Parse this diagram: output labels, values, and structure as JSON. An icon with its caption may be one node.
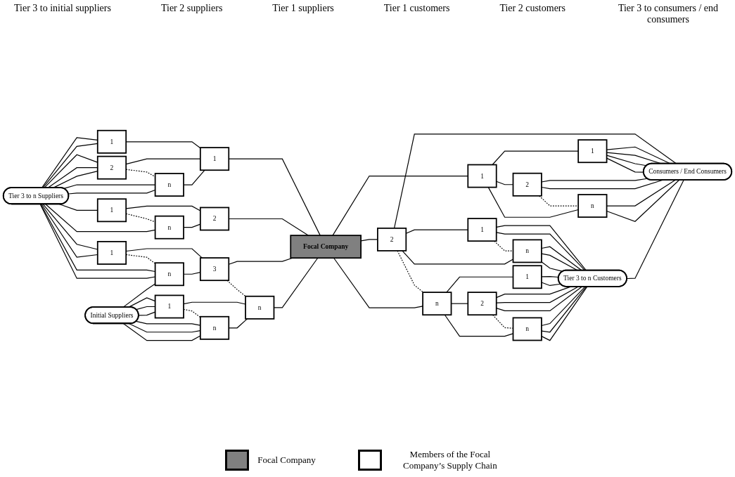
{
  "diagram": {
    "nodes": [
      {
        "text": [
          "Initial Suppliers"
        ]
      },
      {
        "text": [
          "Tier 3 to n Suppliers"
        ]
      },
      {
        "text": [
          "1"
        ]
      },
      {
        "text": [
          "2"
        ]
      },
      {
        "text": [
          "n"
        ]
      },
      {
        "text": [
          "1"
        ]
      },
      {
        "text": [
          "n"
        ]
      },
      {
        "text": [
          "1"
        ]
      },
      {
        "text": [
          "n"
        ]
      },
      {
        "text": [
          "1"
        ]
      },
      {
        "text": [
          "n"
        ]
      },
      {
        "text": [
          "1"
        ]
      },
      {
        "text": [
          "2"
        ]
      },
      {
        "text": [
          "3"
        ]
      },
      {
        "text": [
          "n"
        ]
      },
      {
        "text": [
          "Focal Company"
        ]
      },
      {
        "text": [
          "1"
        ]
      },
      {
        "text": [
          "2"
        ]
      },
      {
        "text": [
          "n"
        ]
      },
      {
        "text": [
          "1"
        ]
      },
      {
        "text": [
          "2"
        ]
      },
      {
        "text": [
          "n"
        ]
      },
      {
        "text": [
          "1"
        ]
      },
      {
        "text": [
          "n"
        ]
      },
      {
        "text": [
          "1"
        ]
      },
      {
        "text": [
          "2"
        ]
      },
      {
        "text": [
          "n"
        ]
      },
      {
        "text": [
          "Tier 3 to n Customers"
        ]
      },
      {
        "text": [
          "Consumers / End Consumers"
        ]
      }
    ],
    "edges": [
      {
        "from": 1,
        "to": 2,
        "arrow": "none"
      },
      {
        "from": 1,
        "to": 2,
        "arrow": "none"
      },
      {
        "from": 1,
        "to": 3,
        "arrow": "none"
      },
      {
        "from": 1,
        "to": 3,
        "arrow": "none"
      },
      {
        "from": 1,
        "to": 3,
        "arrow": "none"
      },
      {
        "from": 3,
        "to": 4,
        "arrow": "none",
        "style": "dashed"
      },
      {
        "from": 1,
        "to": 4,
        "arrow": "none"
      },
      {
        "from": 1,
        "to": 4,
        "arrow": "none"
      },
      {
        "from": 1,
        "to": 5,
        "arrow": "none"
      },
      {
        "from": 5,
        "to": 6,
        "arrow": "none",
        "style": "dashed"
      },
      {
        "from": 1,
        "to": 6,
        "arrow": "none"
      },
      {
        "from": 1,
        "to": 7,
        "arrow": "none"
      },
      {
        "from": 1,
        "to": 7,
        "arrow": "none"
      },
      {
        "from": 7,
        "to": 8,
        "arrow": "none",
        "style": "dashed"
      },
      {
        "from": 1,
        "to": 8,
        "arrow": "none"
      },
      {
        "from": 1,
        "to": 8,
        "arrow": "none"
      },
      {
        "from": 0,
        "to": 8,
        "arrow": "none"
      },
      {
        "from": 0,
        "to": 9,
        "arrow": "none"
      },
      {
        "from": 0,
        "to": 9,
        "arrow": "none"
      },
      {
        "from": 0,
        "to": 9,
        "arrow": "none"
      },
      {
        "from": 9,
        "to": 10,
        "arrow": "none",
        "style": "dashed"
      },
      {
        "from": 0,
        "to": 10,
        "arrow": "none"
      },
      {
        "from": 0,
        "to": 10,
        "arrow": "none"
      },
      {
        "from": 0,
        "to": 10,
        "arrow": "none"
      },
      {
        "from": 2,
        "to": 11,
        "arrow": "none"
      },
      {
        "from": 3,
        "to": 11,
        "arrow": "none"
      },
      {
        "from": 4,
        "to": 11,
        "arrow": "none"
      },
      {
        "from": 5,
        "to": 12,
        "arrow": "none"
      },
      {
        "from": 6,
        "to": 12,
        "arrow": "none"
      },
      {
        "from": 7,
        "to": 13,
        "arrow": "none"
      },
      {
        "from": 8,
        "to": 13,
        "arrow": "none"
      },
      {
        "from": 13,
        "to": 14,
        "arrow": "none",
        "style": "dashed"
      },
      {
        "from": 9,
        "to": 14,
        "arrow": "none"
      },
      {
        "from": 10,
        "to": 14,
        "arrow": "none"
      },
      {
        "from": 11,
        "to": 15,
        "arrow": "none"
      },
      {
        "from": 12,
        "to": 15,
        "arrow": "none"
      },
      {
        "from": 13,
        "to": 15,
        "arrow": "none"
      },
      {
        "from": 14,
        "to": 15,
        "arrow": "none"
      },
      {
        "from": 15,
        "to": 16,
        "arrow": "none"
      },
      {
        "from": 15,
        "to": 17,
        "arrow": "none"
      },
      {
        "from": 17,
        "to": 18,
        "arrow": "none",
        "style": "dashed"
      },
      {
        "from": 15,
        "to": 18,
        "arrow": "none"
      },
      {
        "from": 16,
        "to": 19,
        "arrow": "none"
      },
      {
        "from": 16,
        "to": 20,
        "arrow": "none"
      },
      {
        "from": 20,
        "to": 21,
        "arrow": "none",
        "style": "dashed"
      },
      {
        "from": 16,
        "to": 21,
        "arrow": "none"
      },
      {
        "from": 17,
        "to": 28,
        "arrow": "none"
      },
      {
        "from": 17,
        "to": 22,
        "arrow": "none"
      },
      {
        "from": 22,
        "to": 23,
        "arrow": "none",
        "style": "dashed"
      },
      {
        "from": 17,
        "to": 23,
        "arrow": "none"
      },
      {
        "from": 18,
        "to": 24,
        "arrow": "none"
      },
      {
        "from": 18,
        "to": 25,
        "arrow": "none"
      },
      {
        "from": 25,
        "to": 26,
        "arrow": "none",
        "style": "dashed"
      },
      {
        "from": 18,
        "to": 26,
        "arrow": "none"
      },
      {
        "from": 19,
        "to": 28,
        "arrow": "none"
      },
      {
        "from": 19,
        "to": 28,
        "arrow": "none"
      },
      {
        "from": 19,
        "to": 28,
        "arrow": "none"
      },
      {
        "from": 19,
        "to": 28,
        "arrow": "none"
      },
      {
        "from": 20,
        "to": 28,
        "arrow": "none"
      },
      {
        "from": 20,
        "to": 28,
        "arrow": "none"
      },
      {
        "from": 21,
        "to": 28,
        "arrow": "none"
      },
      {
        "from": 21,
        "to": 28,
        "arrow": "none"
      },
      {
        "from": 22,
        "to": 27,
        "arrow": "none"
      },
      {
        "from": 22,
        "to": 27,
        "arrow": "none"
      },
      {
        "from": 23,
        "to": 27,
        "arrow": "none"
      },
      {
        "from": 23,
        "to": 27,
        "arrow": "none"
      },
      {
        "from": 23,
        "to": 27,
        "arrow": "none"
      },
      {
        "from": 24,
        "to": 27,
        "arrow": "none"
      },
      {
        "from": 24,
        "to": 27,
        "arrow": "none"
      },
      {
        "from": 25,
        "to": 27,
        "arrow": "none"
      },
      {
        "from": 25,
        "to": 27,
        "arrow": "none"
      },
      {
        "from": 25,
        "to": 27,
        "arrow": "none"
      },
      {
        "from": 26,
        "to": 27,
        "arrow": "none"
      },
      {
        "from": 26,
        "to": 27,
        "arrow": "none"
      },
      {
        "from": 26,
        "to": 27,
        "arrow": "none"
      },
      {
        "from": 27,
        "to": 28,
        "arrow": "none"
      }
    ],
    "labels": [
      "Tier 3 to initial suppliers",
      "Tier 2 suppliers",
      "Tier 1 suppliers",
      "Tier 1 customers",
      "Tier 2 customers",
      "Tier 3 to consumers / end consumers"
    ],
    "legend": [
      {
        "text": "Focal Company",
        "color": "#808080"
      },
      {
        "text": "Members of the Focal Company’s Supply Chain",
        "color": "#ffffff"
      }
    ]
  }
}
